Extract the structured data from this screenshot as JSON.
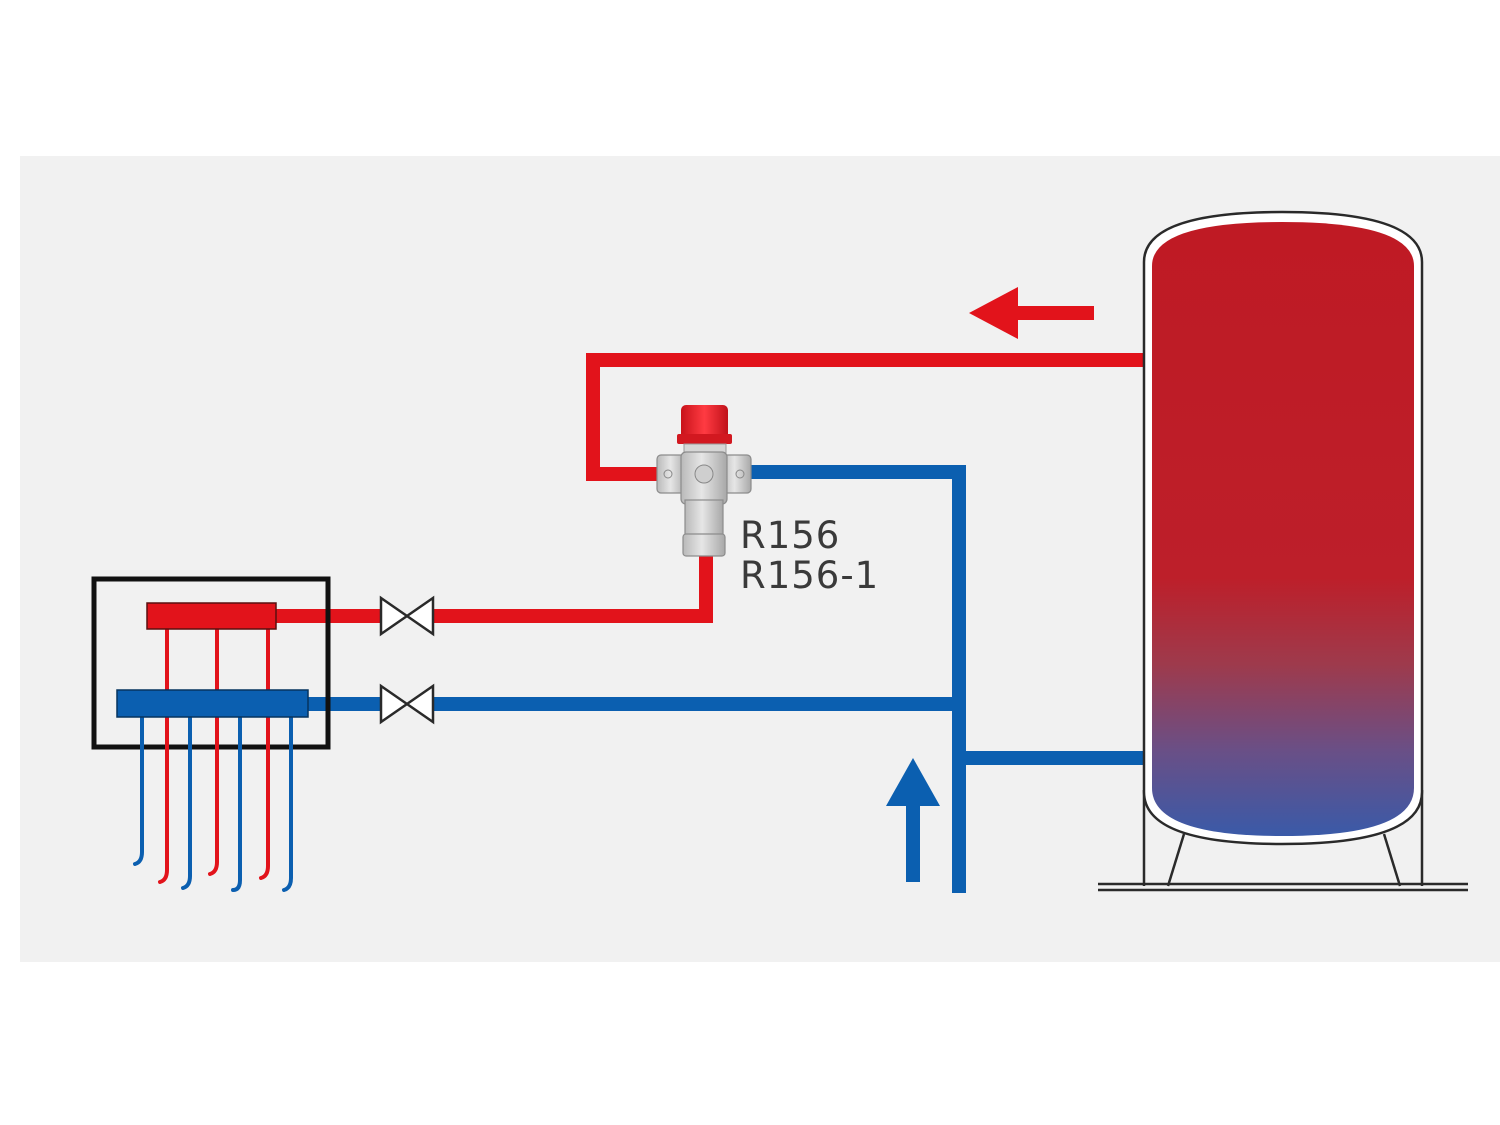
{
  "diagram": {
    "valve_labels": [
      "R156",
      "R156-1"
    ]
  },
  "colors": {
    "background_panel": "#f1f1f1",
    "hot": "#e2131b",
    "cold": "#0b5fb0",
    "tank_top": "#bf1a24",
    "tank_bottom": "#3a5aa8",
    "outline": "#1a1a1a"
  },
  "icons": {
    "flow_direction_hot": "arrow-left",
    "flow_direction_cold": "arrow-up",
    "isolation_valves": "bowtie-valve",
    "mixing_valve": "thermostatic-mixing-valve"
  }
}
